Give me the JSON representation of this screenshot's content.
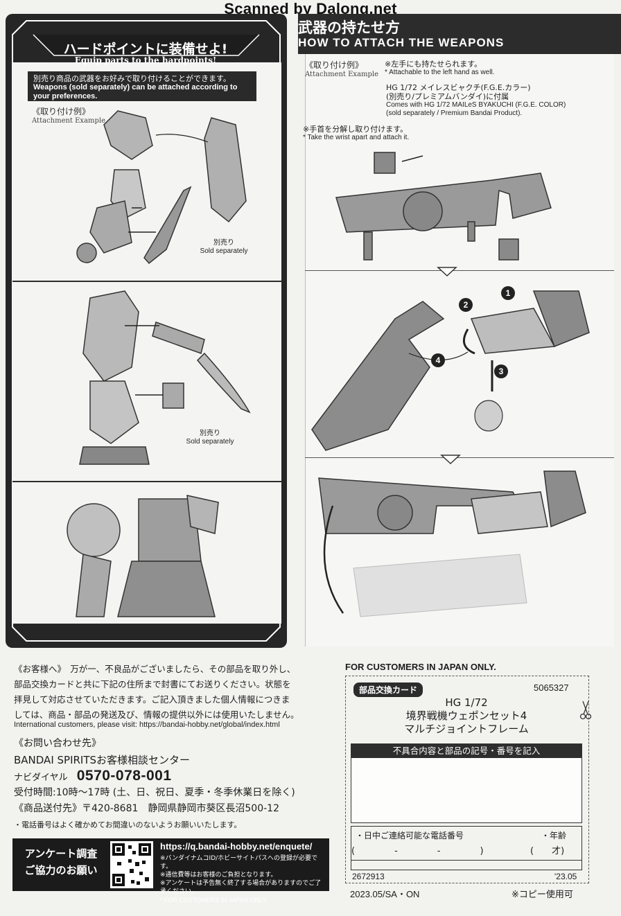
{
  "watermark": "Scanned by Dalong.net",
  "left": {
    "title": "ハードポイントに装備せよ!",
    "subtitle": "Equip parts to the hardpoints!",
    "notice_jp": "別売り商品の武器をお好みで取り付けることができます。",
    "notice_en": "Weapons (sold separately) can be attached according to your preferences.",
    "example_jp": "《取り付け例》",
    "example_en": "Attachment Example",
    "sold_jp": "別売り",
    "sold_en": "Sold separately"
  },
  "right": {
    "title_jp": "武器の持たせ方",
    "title_en": "HOW TO ATTACH THE WEAPONS",
    "example_jp": "《取り付け例》",
    "example_en": "Attachment Example",
    "note1_jp": "※左手にも持たせられます。",
    "note1_en": "* Attachable to the left hand as well.",
    "hg_line1": "HG 1/72 メイレスビャクチ(F.G.E.カラー)",
    "hg_line2": "(別売り/プレミアムバンダイ)に付属",
    "hg_en1": "Comes with HG 1/72 MAILeS BYAKUCHI (F.G.E. COLOR)",
    "hg_en2": "(sold separately / Premium Bandai Product).",
    "note2_jp": "※手首を分解し取り付けます。",
    "note2_en": "* Take the wrist apart and attach it.",
    "steps": [
      "1",
      "2",
      "3",
      "4"
    ]
  },
  "bottom": {
    "customer_head": "《お客様へ》",
    "customer_text1": "万が一、不良品がございましたら、その部品を取り外し、",
    "customer_text2": "部品交換カードと共に下記の住所まで封書にてお送りください。状態を",
    "customer_text3": "拝見して対応させていただきます。ご記入頂きました個人情報につきま",
    "customer_text4": "しては、商品・部品の発送及び、情報の提供以外には使用いたしません。",
    "intl": "International customers, please visit: https://bandai-hobby.net/global/index.html",
    "inquiry_head": "《お問い合わせ先》",
    "center": "BANDAI SPIRITSお客様相談センター",
    "navi_label": "ナビダイヤル",
    "phone": "0570-078-001",
    "hours": "受付時間:10時〜17時 (土、日、祝日、夏季・冬季休業日を除く)",
    "address": "《商品送付先》〒420-8681　静岡県静岡市葵区長沼500-12",
    "phone_note": "・電話番号はよく確かめてお間違いのないようお願いいたします。",
    "survey_line1": "アンケート調査",
    "survey_line2": "ご協力のお願い",
    "survey_url": "https://q.bandai-hobby.net/enquete/",
    "survey_n1": "※バンダイナムコID/ホビーサイトパスへの登録が必要です。",
    "survey_n2": "※通信費等はお客様のご負担となります。",
    "survey_n3": "※アンケートは予告無く終了する場合がありますのでご了承ください。",
    "survey_n4": "* FOR CUSTOMERS IN JAPAN ONLY.",
    "footer_code": "2023.05/SA・ON",
    "copy_ok": "※コピー使用可"
  },
  "card": {
    "japan_only": "FOR CUSTOMERS IN JAPAN ONLY.",
    "tag": "部品交換カード",
    "code": "5065327",
    "product1": "HG 1/72",
    "product2": "境界戦機ウェポンセット4",
    "product3": "マルチジョイントフレーム",
    "fill_head": "不具合内容と部品の記号・番号を記入",
    "phone_label": "・日中ご連絡可能な電話番号",
    "age_label": "・年齢",
    "phone_format": "(　　　　-　　　　-　　　　)",
    "age_format": "(　　才)",
    "barcode_no": "2672913",
    "date": "'23.05"
  }
}
